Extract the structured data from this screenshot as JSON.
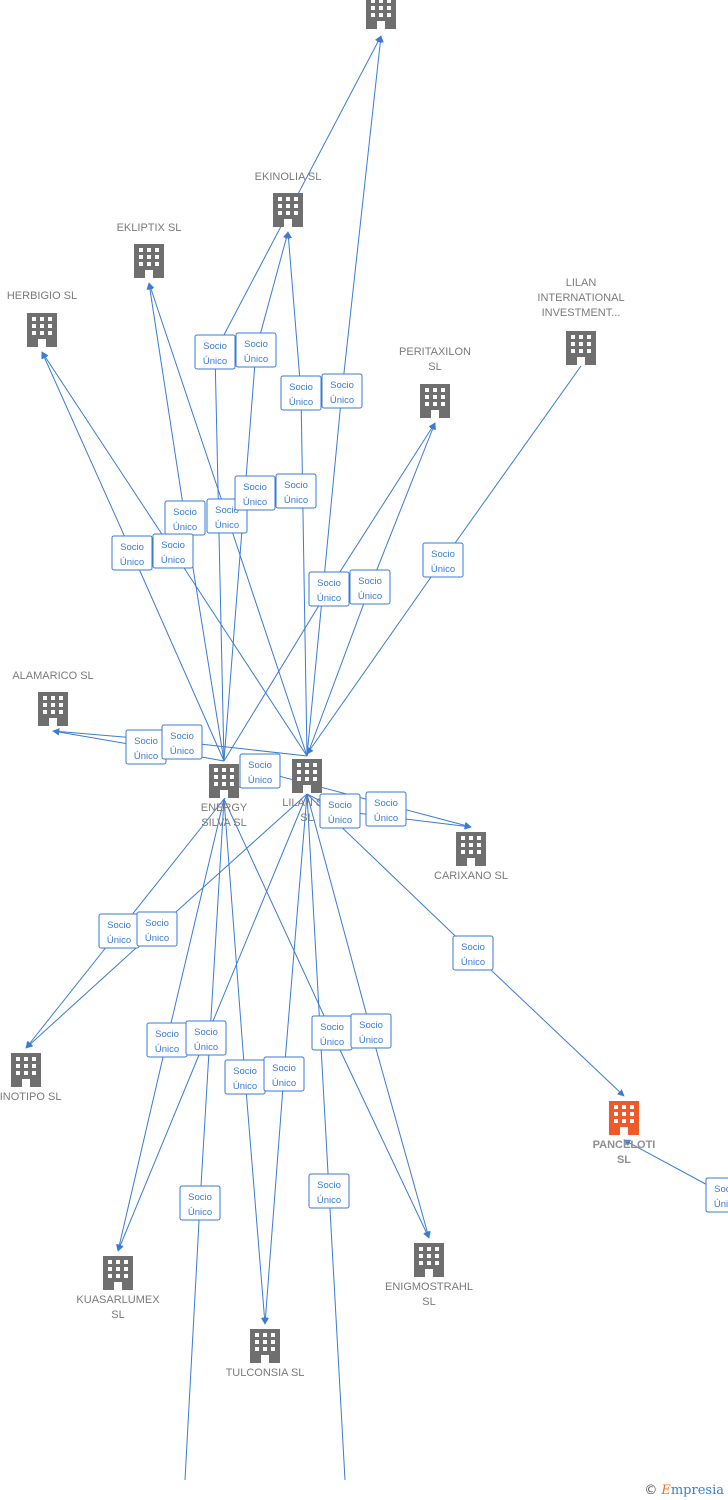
{
  "relation_label": [
    "Socio",
    "Único"
  ],
  "colors": {
    "edge": "#3a7bd5",
    "node": "#6f6f6f",
    "highlight": "#f05a28",
    "label": "#7a7a7a"
  },
  "footer": {
    "copyright": "©",
    "brand_initial": "E",
    "brand_rest": "mpresia"
  },
  "nodes": [
    {
      "id": "top",
      "lines": []
    },
    {
      "id": "ekinolia",
      "lines": [
        "EKINOLIA  SL"
      ]
    },
    {
      "id": "ekliptix",
      "lines": [
        "EKLIPTIX  SL"
      ]
    },
    {
      "id": "herbigio",
      "lines": [
        "HERBIGIO  SL"
      ]
    },
    {
      "id": "lilanint",
      "lines": [
        "LILAN",
        "INTERNATIONAL",
        "INVESTMENT..."
      ]
    },
    {
      "id": "peritaxilon",
      "lines": [
        "PERITAXILON",
        "SL"
      ]
    },
    {
      "id": "alamarico",
      "lines": [
        "ALAMARICO  SL"
      ]
    },
    {
      "id": "energy",
      "lines": [
        "ENERGY",
        "SILVA  SL"
      ]
    },
    {
      "id": "lilansol",
      "lines": [
        "LILAN SO",
        "SL"
      ]
    },
    {
      "id": "carixano",
      "lines": [
        "CARIXANO  SL"
      ]
    },
    {
      "id": "minotipo",
      "lines": [
        "MINOTIPO  SL"
      ]
    },
    {
      "id": "panceloti",
      "lines": [
        "PANCELOTI",
        "SL"
      ],
      "highlight": true
    },
    {
      "id": "kuasarlumex",
      "lines": [
        "KUASARLUMEX",
        "SL"
      ]
    },
    {
      "id": "enigmostrahl",
      "lines": [
        "ENIGMOSTRAHL",
        "SL"
      ]
    },
    {
      "id": "tulconsia",
      "lines": [
        "TULCONSIA  SL"
      ]
    }
  ],
  "edges": [
    {
      "from": "energy",
      "to": "top"
    },
    {
      "from": "lilansol",
      "to": "top"
    },
    {
      "from": "energy",
      "to": "ekinolia"
    },
    {
      "from": "lilansol",
      "to": "ekinolia"
    },
    {
      "from": "energy",
      "to": "ekliptix"
    },
    {
      "from": "lilansol",
      "to": "ekliptix"
    },
    {
      "from": "energy",
      "to": "herbigio"
    },
    {
      "from": "lilansol",
      "to": "herbigio"
    },
    {
      "from": "energy",
      "to": "peritaxilon"
    },
    {
      "from": "lilansol",
      "to": "peritaxilon"
    },
    {
      "from": "lilanint",
      "to": "lilansol"
    },
    {
      "from": "energy",
      "to": "alamarico"
    },
    {
      "from": "lilansol",
      "to": "alamarico"
    },
    {
      "from": "energy",
      "to": "carixano"
    },
    {
      "from": "lilansol",
      "to": "carixano"
    },
    {
      "from": "energy",
      "to": "minotipo"
    },
    {
      "from": "lilansol",
      "to": "minotipo"
    },
    {
      "from": "lilansol",
      "to": "panceloti"
    },
    {
      "from": "energy",
      "to": "kuasarlumex"
    },
    {
      "from": "lilansol",
      "to": "kuasarlumex"
    },
    {
      "from": "energy",
      "to": "enigmostrahl"
    },
    {
      "from": "lilansol",
      "to": "enigmostrahl"
    },
    {
      "from": "energy",
      "to": "tulconsia"
    },
    {
      "from": "lilansol",
      "to": "tulconsia"
    },
    {
      "from": "energy",
      "to": "offbottom1"
    },
    {
      "from": "lilansol",
      "to": "offbottom2"
    },
    {
      "from": "offright",
      "to": "panceloti"
    }
  ]
}
